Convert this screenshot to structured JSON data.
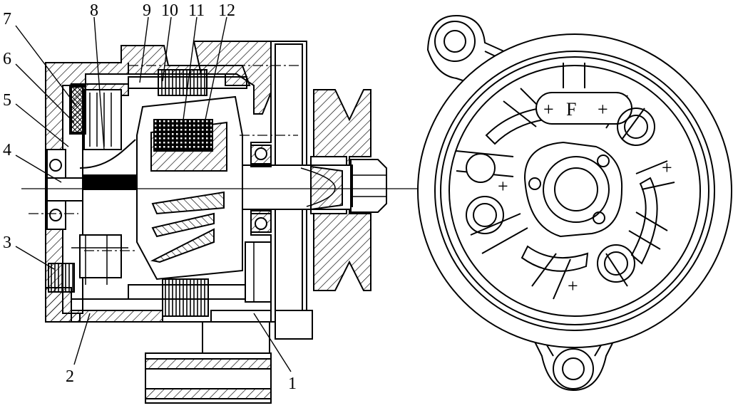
{
  "figure": {
    "callouts": {
      "n1": "1",
      "n2": "2",
      "n3": "3",
      "n4": "4",
      "n5": "5",
      "n6": "6",
      "n7": "7",
      "n8": "8",
      "n9": "9",
      "n10": "10",
      "n11": "11",
      "n12": "12"
    },
    "end_view": {
      "terminal_label": "F",
      "plus_sign": "+"
    }
  }
}
